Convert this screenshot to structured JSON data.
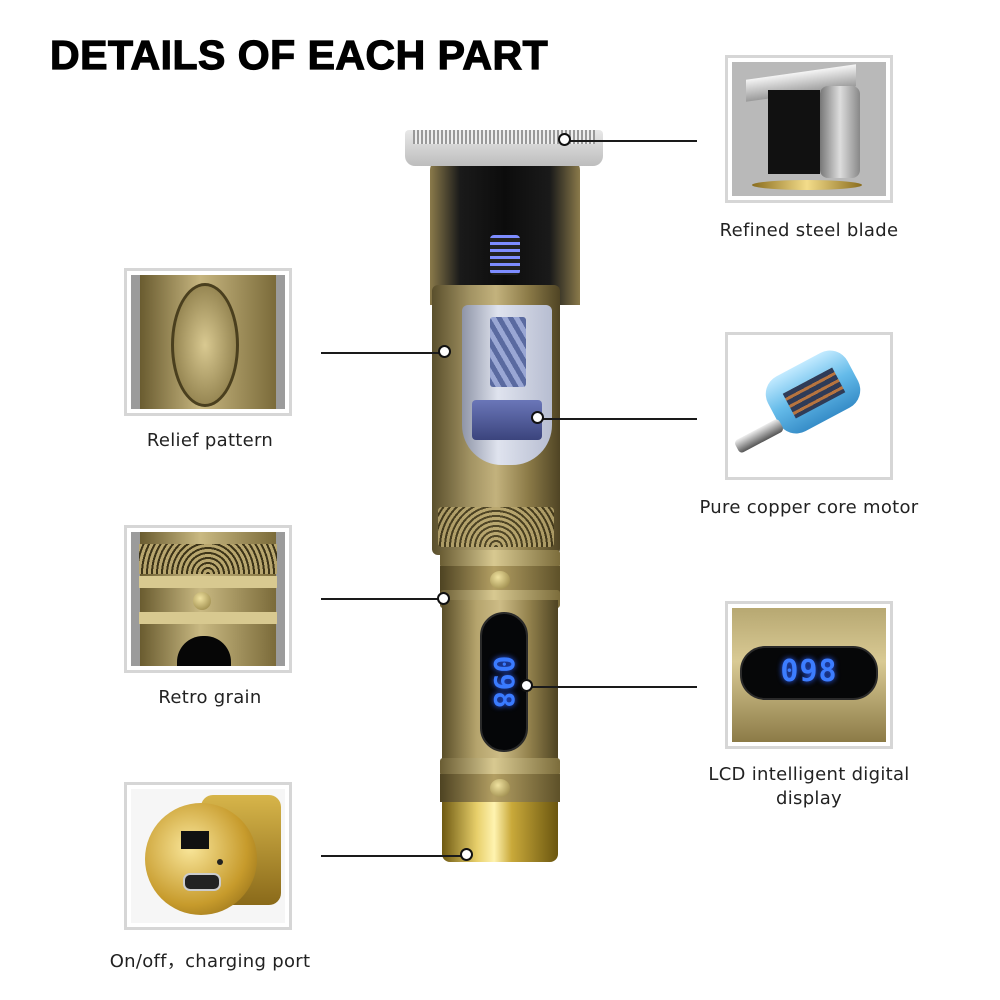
{
  "title": "DETAILS OF EACH PART",
  "callouts": [
    {
      "id": "blade",
      "label": "Refined steel blade",
      "side": "right"
    },
    {
      "id": "relief",
      "label": "Relief pattern",
      "side": "left"
    },
    {
      "id": "motor",
      "label": "Pure copper core motor",
      "side": "right"
    },
    {
      "id": "retro",
      "label": "Retro grain",
      "side": "left"
    },
    {
      "id": "lcd",
      "label_line1": "LCD intelligent digital",
      "label_line2": "display",
      "side": "right"
    },
    {
      "id": "port",
      "label": "On/off，charging port",
      "side": "left"
    }
  ],
  "product": {
    "lcd_reading": "098",
    "accent_blue": "#3a7bff",
    "bronze": "#b5a46d",
    "gold": "#e7cf6a"
  }
}
